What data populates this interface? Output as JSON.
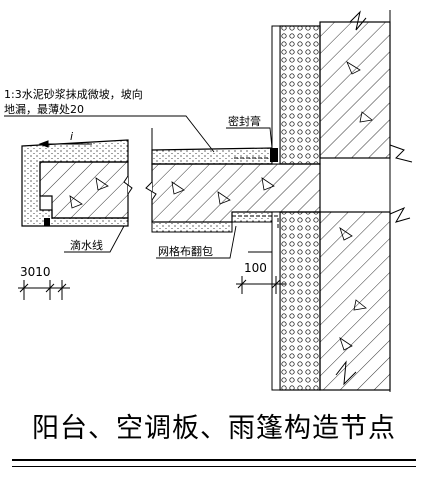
{
  "labels": {
    "mortar_note_line1": "1:3水泥砂浆抹成微坡，坡向",
    "mortar_note_line2": "地漏，最薄处20",
    "slope_symbol": "i",
    "sealant": "密封膏",
    "drip_line": "滴水线",
    "mesh_wrap": "网格布翻包",
    "dim_100": "100",
    "dim_30_10": "3010"
  },
  "caption": "阳台、空调板、雨篷构造节点"
}
